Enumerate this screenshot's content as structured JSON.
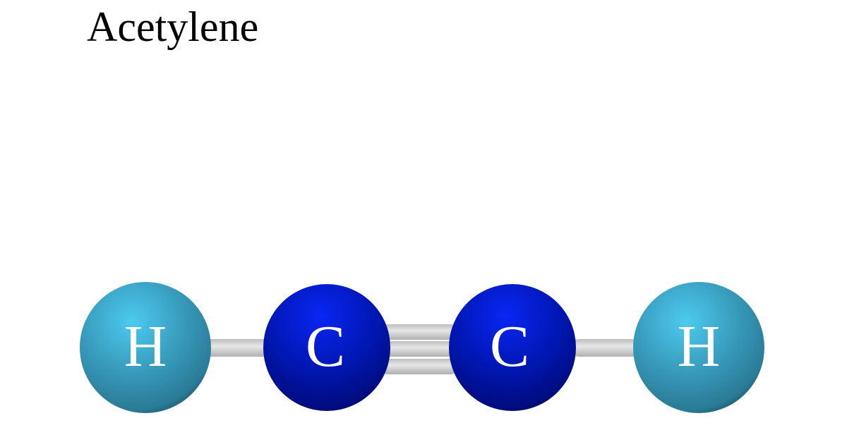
{
  "title": "Acetylene",
  "atoms": [
    {
      "symbol": "H",
      "element": "hydrogen"
    },
    {
      "symbol": "C",
      "element": "carbon"
    },
    {
      "symbol": "C",
      "element": "carbon"
    },
    {
      "symbol": "H",
      "element": "hydrogen"
    }
  ],
  "bonds": [
    {
      "from": 0,
      "to": 1,
      "order": 1
    },
    {
      "from": 1,
      "to": 2,
      "order": 3
    },
    {
      "from": 2,
      "to": 3,
      "order": 1
    }
  ],
  "colors": {
    "hydrogen": "#3aa6c8",
    "carbon": "#0018b8",
    "bond": "#d4d4d4"
  }
}
